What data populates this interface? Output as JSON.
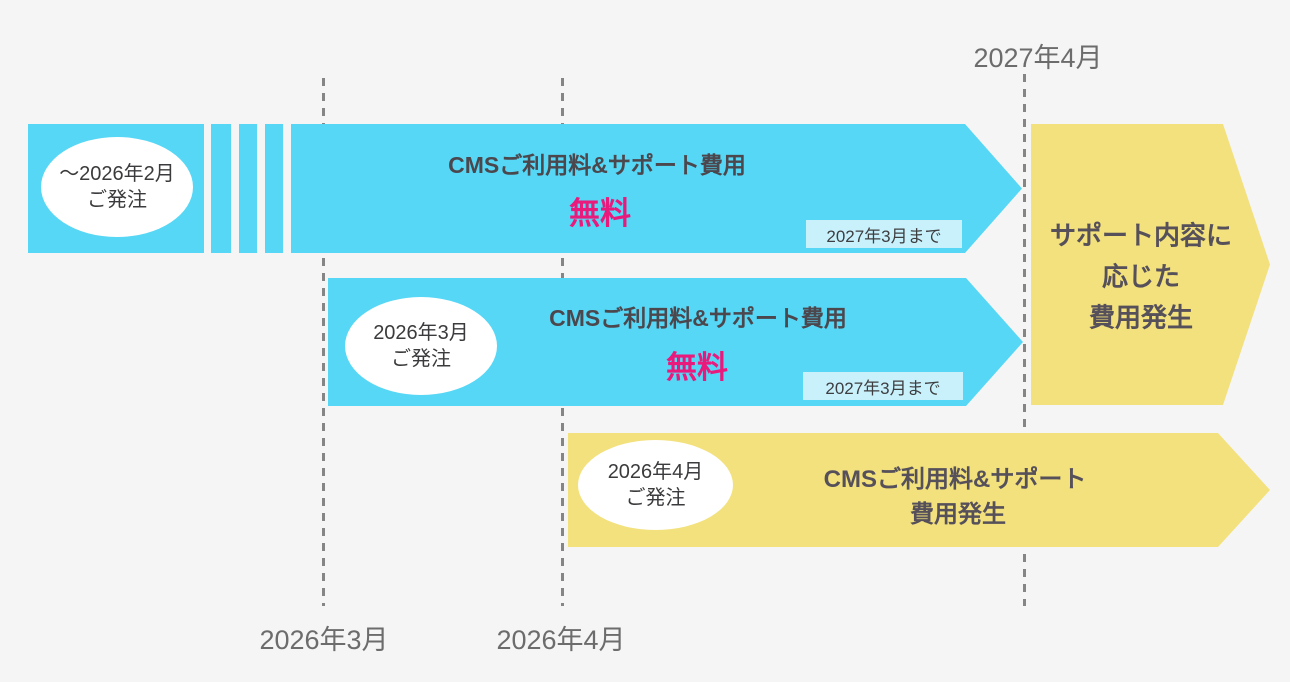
{
  "page": {
    "background": "#f5f5f6"
  },
  "colors": {
    "bar_cyan": "#55d7f5",
    "bar_yellow": "#f2e17c",
    "badge_bg": "#c9f1fc",
    "highlight_magenta": "#ea1a7d",
    "text_dark": "#4c474d",
    "text_gray": "#6c6c6c"
  },
  "timeline": {
    "top_label": "2027年4月",
    "bottom_label_march": "2026年3月",
    "bottom_label_april": "2026年4月"
  },
  "rows": [
    {
      "oval_line1": "〜2026年2月",
      "oval_line2": "ご発注",
      "title": "CMSご利用料&サポート費用",
      "highlight": "無料",
      "badge": "2027年3月まで"
    },
    {
      "oval_line1": "2026年3月",
      "oval_line2": "ご発注",
      "title": "CMSご利用料&サポート費用",
      "highlight": "無料",
      "badge": "2027年3月まで"
    },
    {
      "oval_line1": "2026年4月",
      "oval_line2": "ご発注",
      "title_line1": "CMSご利用料&サポート",
      "title_line2": "費用発生"
    }
  ],
  "result_arrow": {
    "line1": "サポート内容に",
    "line2": "応じた",
    "line3": "費用発生"
  }
}
